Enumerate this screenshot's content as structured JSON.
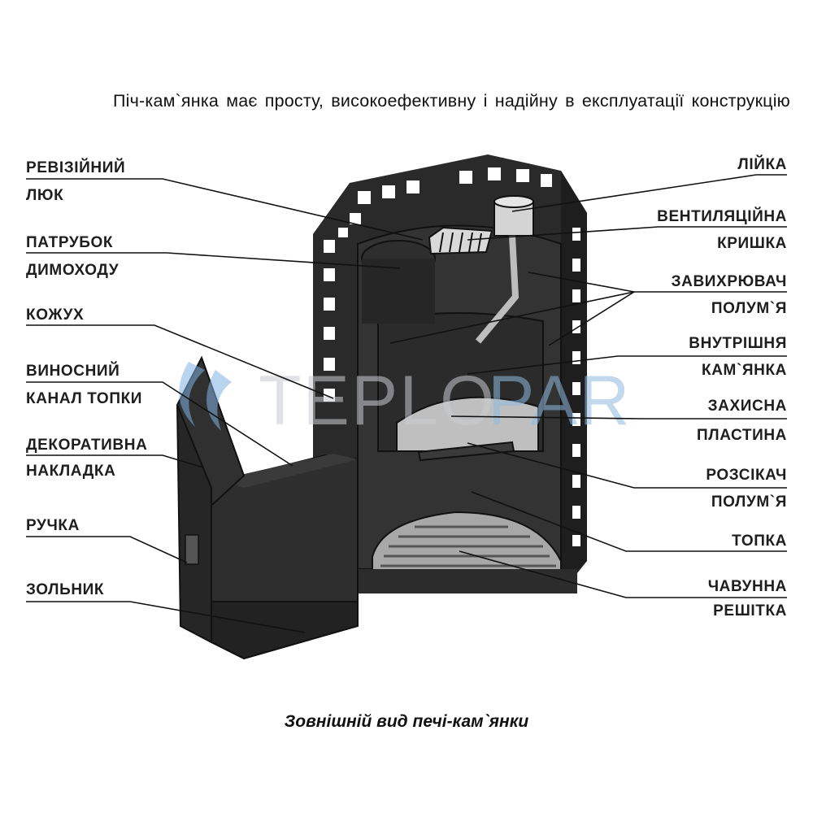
{
  "headline": "Піч-кам`янка має просту, високоефективну і надійну в експлуатації конструкцію",
  "caption": "Зовнішній вид печі-кам`янки",
  "watermark": {
    "brand_left": "TEPLO",
    "brand_right": "PAR",
    "colors": {
      "left": "#c9ccd1",
      "right": "#8fb9df",
      "logo": "#7fb2e2"
    }
  },
  "labels_left": [
    {
      "id": "revision",
      "line1": "РЕВІЗІЙНИЙ",
      "line2": "ЛЮК"
    },
    {
      "id": "chimney",
      "line1": "ПАТРУБОК",
      "line2": "ДИМОХОДУ"
    },
    {
      "id": "casing",
      "line1": "КОЖУХ",
      "line2": ""
    },
    {
      "id": "remote-channel",
      "line1": "ВИНОСНИЙ",
      "line2": "КАНАЛ ТОПКИ"
    },
    {
      "id": "decor-trim",
      "line1": "ДЕКОРАТИВНА",
      "line2": "НАКЛАДКА"
    },
    {
      "id": "handle",
      "line1": "РУЧКА",
      "line2": ""
    },
    {
      "id": "ash-pan",
      "line1": "ЗОЛЬНИК",
      "line2": ""
    }
  ],
  "labels_right": [
    {
      "id": "funnel",
      "line1": "ЛІЙКА",
      "line2": ""
    },
    {
      "id": "vent-lid",
      "line1": "ВЕНТИЛЯЦІЙНА",
      "line2": "КРИШКА"
    },
    {
      "id": "swirler",
      "line1": "ЗАВИХРЮВАЧ",
      "line2": "ПОЛУМ`Я"
    },
    {
      "id": "inner-stones",
      "line1": "ВНУТРІШНЯ",
      "line2": "КАМ`ЯНКА"
    },
    {
      "id": "protect-plate",
      "line1": "ЗАХИСНА",
      "line2": "ПЛАСТИНА"
    },
    {
      "id": "flame-divider",
      "line1": "РОЗСІКАЧ",
      "line2": "ПОЛУМ`Я"
    },
    {
      "id": "firebox",
      "line1": "ТОПКА",
      "line2": ""
    },
    {
      "id": "grate",
      "line1": "ЧАВУННА",
      "line2": "РЕШІТКА"
    }
  ]
}
